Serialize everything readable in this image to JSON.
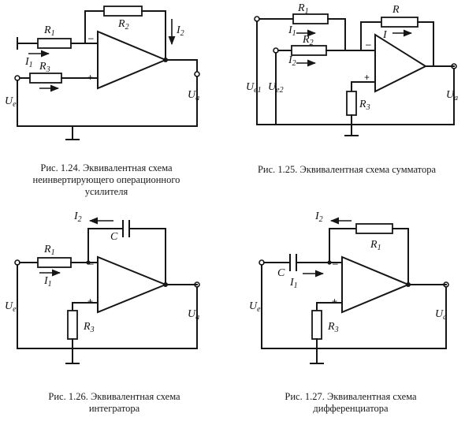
{
  "captions": {
    "fig124": [
      "Рис. 1.24. Эквивалентная схема",
      "неинвертирующего операционного",
      "усилителя"
    ],
    "fig125": [
      "Рис. 1.25. Эквивалентная схема сумматора"
    ],
    "fig126": [
      "Рис. 1.26. Эквивалентная схема",
      "интегратора"
    ],
    "fig127": [
      "Рис. 1.27. Эквивалентная схема",
      "дифференциатора"
    ]
  },
  "labels": {
    "fig124": {
      "r1": "R",
      "r1_sub": "1",
      "r2": "R",
      "r2_sub": "2",
      "r3": "R",
      "r3_sub": "3",
      "i1": "I",
      "i1_sub": "1",
      "i2": "I",
      "i2_sub": "2",
      "ue": "U",
      "ue_sub": "e",
      "ua": "U",
      "ua_sub": "a",
      "minus": "–",
      "plus": "+"
    },
    "fig125": {
      "r1": "R",
      "r1_sub": "1",
      "r2": "R",
      "r2_sub": "2",
      "r3": "R",
      "r3_sub": "3",
      "r": "R",
      "i": "I",
      "i1": "I",
      "i1_sub": "1",
      "i2": "I",
      "i2_sub": "2",
      "ue1": "U",
      "ue1_sub": "e1",
      "ue2": "U",
      "ue2_sub": "e2",
      "ua": "U",
      "ua_sub": "a",
      "minus": "–",
      "plus": "+"
    },
    "fig126": {
      "r1": "R",
      "r1_sub": "1",
      "r3": "R",
      "r3_sub": "3",
      "c": "C",
      "i1": "I",
      "i1_sub": "1",
      "i2": "I",
      "i2_sub": "2",
      "ue": "U",
      "ue_sub": "e",
      "ua": "U",
      "ua_sub": "a",
      "minus": "–",
      "plus": "+"
    },
    "fig127": {
      "r1": "R",
      "r1_sub": "1",
      "r3": "R",
      "r3_sub": "3",
      "c": "C",
      "i1": "I",
      "i1_sub": "1",
      "i2": "I",
      "i2_sub": "2",
      "ue": "U",
      "ue_sub": "e",
      "ua": "U",
      "ua_sub": "a",
      "minus": "–",
      "plus": "+"
    }
  }
}
